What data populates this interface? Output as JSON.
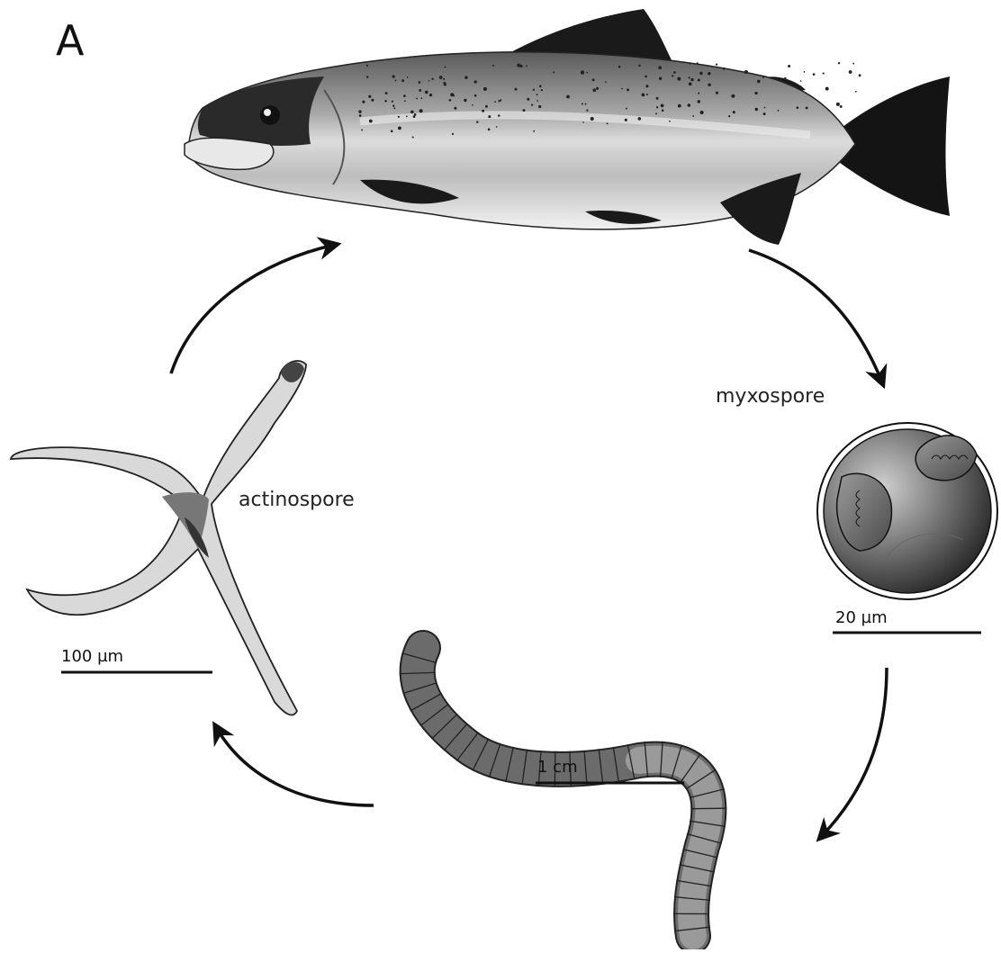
{
  "figure": {
    "panel_letter": "A",
    "labels": {
      "myxospore": "myxospore",
      "actinospore": "actinospore"
    },
    "scale_bars": {
      "myxospore": "20 µm",
      "actinospore": "100 µm",
      "worm": "1 cm"
    }
  },
  "colors": {
    "ink": "#111111",
    "fish_dark": "#1a1a1a",
    "fish_mid": "#9a9a9a",
    "fish_light": "#e6e6e6",
    "spore_dark": "#3a3a3a",
    "worm": "#6b6b6b",
    "actinospore_fill": "#d9d9d9"
  },
  "icons": {
    "fish": "trout-icon",
    "myxospore": "myxospore-icon",
    "worm": "oligochaete-worm-icon",
    "actinospore": "actinospore-icon",
    "arrow": "cycle-arrow-icon"
  }
}
